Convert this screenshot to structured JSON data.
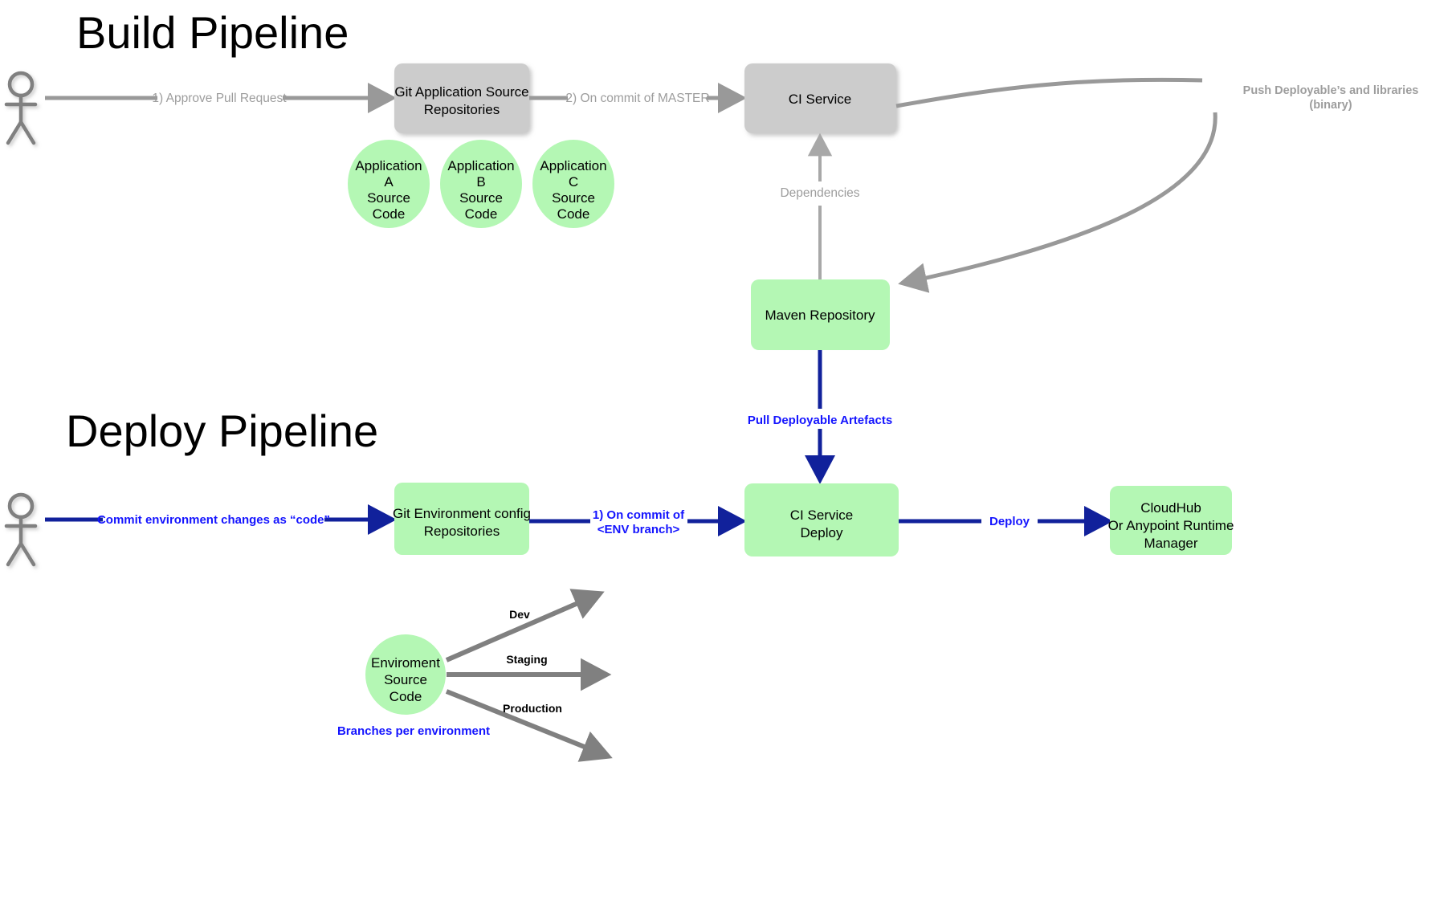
{
  "diagram": {
    "sections": [
      {
        "id": "build",
        "title": "Build Pipeline"
      },
      {
        "id": "deploy",
        "title": "Deploy Pipeline"
      }
    ],
    "colors": {
      "gray_box": "#cccccc",
      "green_box": "#b4f7b4",
      "gray_edge": "#999999",
      "blue_edge": "#11219b",
      "blue_text": "#1414ff",
      "gray_text": "#9d9d9d",
      "black_text": "#000000",
      "background": "#ffffff"
    },
    "build_pipeline": {
      "actor": {
        "name": "build-actor",
        "label": ""
      },
      "nodes": {
        "git_app_source": {
          "line1": "Git Application Source",
          "line2": "Repositories",
          "shape": "rounded-rect",
          "fill": "#cccccc"
        },
        "ci_service": {
          "line1": "CI Service",
          "shape": "rounded-rect",
          "fill": "#cccccc"
        },
        "maven_repository": {
          "line1": "Maven Repository",
          "shape": "rounded-rect",
          "fill": "#b4f7b4"
        }
      },
      "source_code_circles": [
        {
          "l1": "Application",
          "l2": "A",
          "l3": "Source",
          "l4": "Code"
        },
        {
          "l1": "Application",
          "l2": "B",
          "l3": "Source",
          "l4": "Code"
        },
        {
          "l1": "Application",
          "l2": "C",
          "l3": "Source",
          "l4": "Code"
        }
      ],
      "edges": {
        "approve_pull_request": "1) Approve Pull Request",
        "on_commit_master": "2) On commit of MASTER",
        "push_deployables_line1": "Push Deployable’s and libraries",
        "push_deployables_line2": "(binary)",
        "dependencies": "Dependencies"
      }
    },
    "deploy_pipeline": {
      "actor": {
        "name": "deploy-actor",
        "label": ""
      },
      "nodes": {
        "git_env_config": {
          "line1": "Git Environment config",
          "line2": "Repositories",
          "shape": "rounded-rect",
          "fill": "#b4f7b4"
        },
        "ci_service_deploy": {
          "line1": "CI Service",
          "line2": "Deploy",
          "shape": "rounded-rect",
          "fill": "#b4f7b4"
        },
        "cloudhub": {
          "line1": "CloudHub",
          "line2": "Or Anypoint Runtime",
          "line3": "Manager",
          "shape": "rounded-rect",
          "fill": "#b4f7b4"
        }
      },
      "edges": {
        "commit_env_changes": "Commit environment changes as “code”",
        "on_commit_env_line1": "1) On commit of",
        "on_commit_env_line2": "<ENV branch>",
        "pull_deployable_artefacts": "Pull Deployable Artefacts",
        "deploy": "Deploy"
      },
      "environment": {
        "circle": {
          "l1": "Enviroment",
          "l2": "Source",
          "l3": "Code"
        },
        "caption": "Branches per environment",
        "branches": [
          "Dev",
          "Staging",
          "Production"
        ]
      }
    }
  }
}
